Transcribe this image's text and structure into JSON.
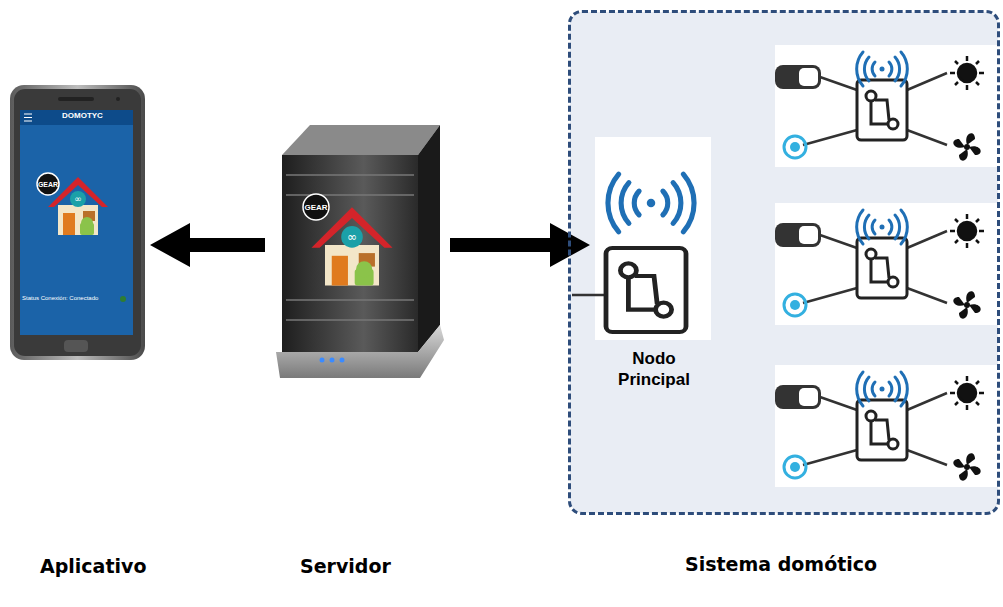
{
  "diagram": {
    "nodes": [
      {
        "text": [
          "Aplicativo"
        ]
      },
      {
        "text": [
          "Servidor"
        ]
      },
      {
        "text": [
          "Sistema domótico"
        ]
      },
      {
        "text": [
          "Nodo Principal"
        ],
        "in": 2
      }
    ],
    "edges": [
      {
        "from": 1,
        "to": 0,
        "arrow": "to"
      },
      {
        "from": 1,
        "to": 3,
        "arrow": "to"
      }
    ],
    "labels": [
      "DOMOTYC",
      "GEAR",
      "Status Conexión: Conectado",
      "GEAR"
    ]
  }
}
